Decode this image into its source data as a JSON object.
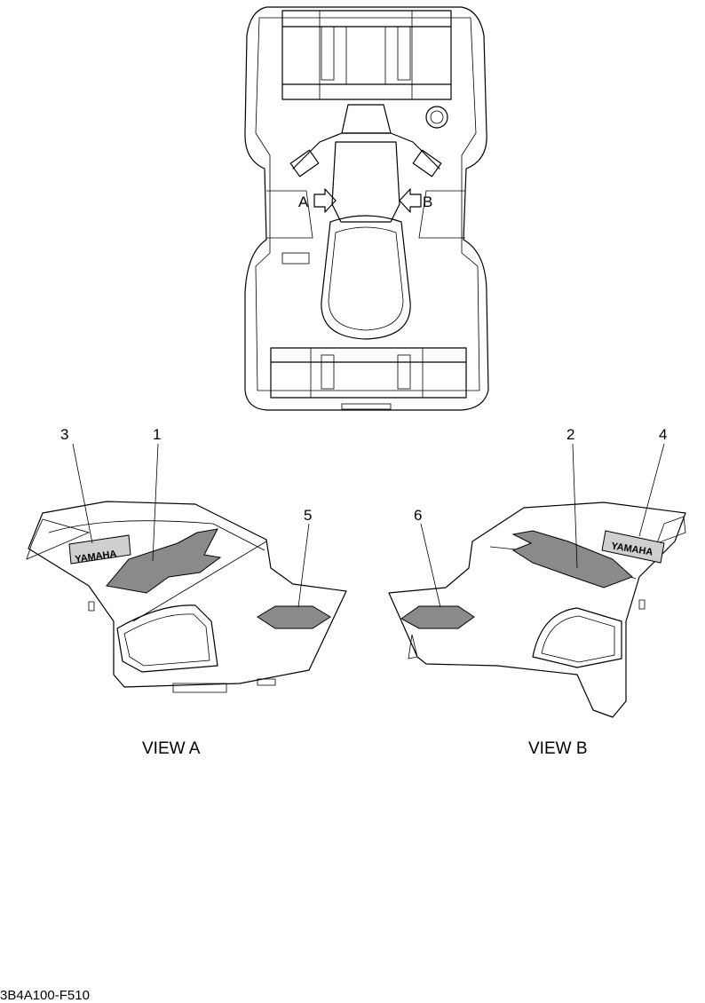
{
  "arrows": {
    "a_label": "A",
    "b_label": "B"
  },
  "callouts": [
    {
      "id": "1",
      "label": "1"
    },
    {
      "id": "2",
      "label": "2"
    },
    {
      "id": "3",
      "label": "3"
    },
    {
      "id": "4",
      "label": "4"
    },
    {
      "id": "5",
      "label": "5"
    },
    {
      "id": "6",
      "label": "6"
    }
  ],
  "views": {
    "a": "VIEW A",
    "b": "VIEW B"
  },
  "decal_text": {
    "brand_left": "YAMAHA",
    "brand_right": "YAMAHA"
  },
  "figure_code": "3B4A100-F510"
}
